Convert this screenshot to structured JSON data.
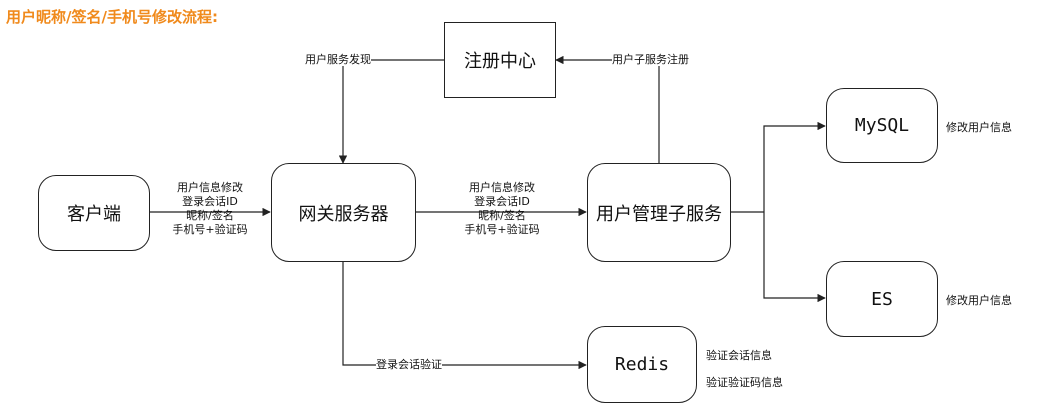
{
  "title": "用户昵称/签名/手机号修改流程:",
  "nodes": {
    "registry": "注册中心",
    "client": "客户端",
    "gateway": "网关服务器",
    "user_service": "用户管理子服务",
    "mysql": "MySQL",
    "es": "ES",
    "redis": "Redis"
  },
  "edges": {
    "discovery": "用户服务发现",
    "register": "用户子服务注册",
    "client_to_gateway": [
      "用户信息修改",
      "登录会话ID",
      "昵称/签名",
      "手机号+验证码"
    ],
    "gateway_to_service": [
      "用户信息修改",
      "登录会话ID",
      "昵称/签名",
      "手机号+验证码"
    ],
    "session_verify": "登录会话验证"
  },
  "notes": {
    "mysql": "修改用户信息",
    "es": "修改用户信息",
    "redis_1": "验证会话信息",
    "redis_2": "验证验证码信息"
  },
  "colors": {
    "title": "#f08a1c",
    "line": "#222222"
  }
}
